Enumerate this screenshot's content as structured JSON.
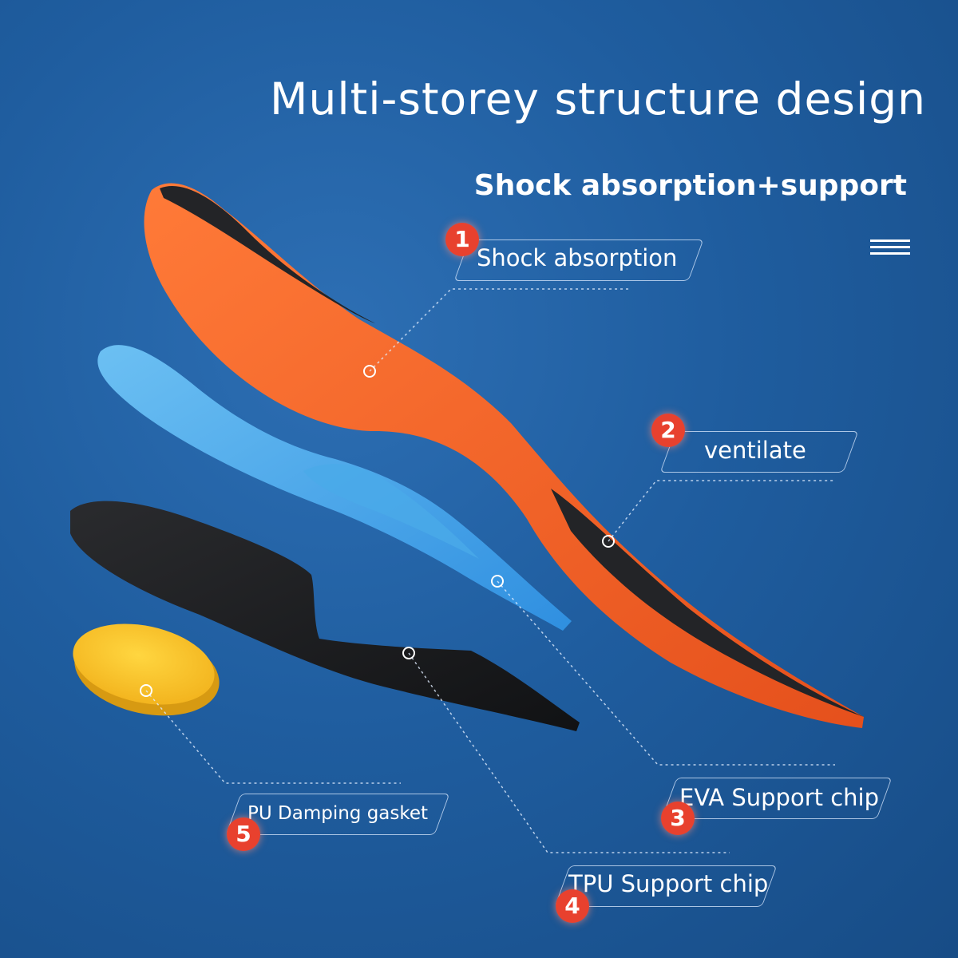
{
  "header": {
    "title": "Multi-storey structure design",
    "subtitle": "Shock absorption+support"
  },
  "icons": {
    "menu": "menu-lines-icon"
  },
  "callouts": [
    {
      "number": "1",
      "label": "Shock absorption"
    },
    {
      "number": "2",
      "label": "ventilate"
    },
    {
      "number": "3",
      "label": "EVA Support chip"
    },
    {
      "number": "4",
      "label": "TPU Support chip"
    },
    {
      "number": "5",
      "label": "PU Damping gasket"
    }
  ],
  "colors": {
    "background": "#1f5d9f",
    "orange_layer": "#f15a24",
    "blue_layer": "#3a9be3",
    "black_layer": "#1e1f22",
    "yellow_gasket": "#f7c12a",
    "badge": "#e8412e"
  }
}
